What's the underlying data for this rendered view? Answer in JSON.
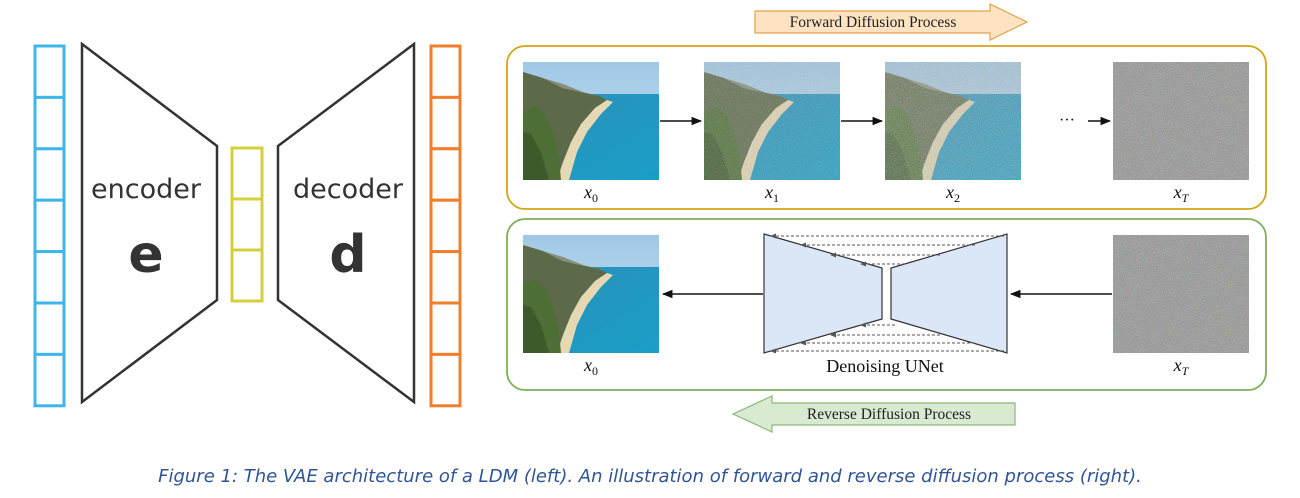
{
  "vae": {
    "encoder_label": "encoder",
    "encoder_symbol": "e",
    "decoder_label": "decoder",
    "decoder_symbol": "d",
    "input_color": "#3fb6ea",
    "latent_color": "#d4d03c",
    "output_color": "#f07e2c",
    "input_cells": 7,
    "latent_cells": 3,
    "output_cells": 7
  },
  "forward": {
    "title": "Forward Diffusion Process",
    "box_color": "#d6a514",
    "arrow_fill": "#fde3c2",
    "arrow_stroke": "#e2a24a",
    "labels": [
      {
        "base": "x",
        "sub": "0"
      },
      {
        "base": "x",
        "sub": "1"
      },
      {
        "base": "x",
        "sub": "2"
      },
      {
        "base": "x",
        "sub": "T"
      }
    ],
    "ellipsis": "···"
  },
  "reverse": {
    "title": "Reverse Diffusion Process",
    "box_color": "#7fae58",
    "arrow_fill": "#d9ead3",
    "arrow_stroke": "#8eb879",
    "unet_label": "Denoising UNet",
    "labels": [
      {
        "base": "x",
        "sub": "0"
      },
      {
        "base": "x",
        "sub": "T"
      }
    ]
  },
  "caption": "Figure 1: The VAE architecture of a LDM (left). An illustration of forward and reverse diffusion process (right)."
}
